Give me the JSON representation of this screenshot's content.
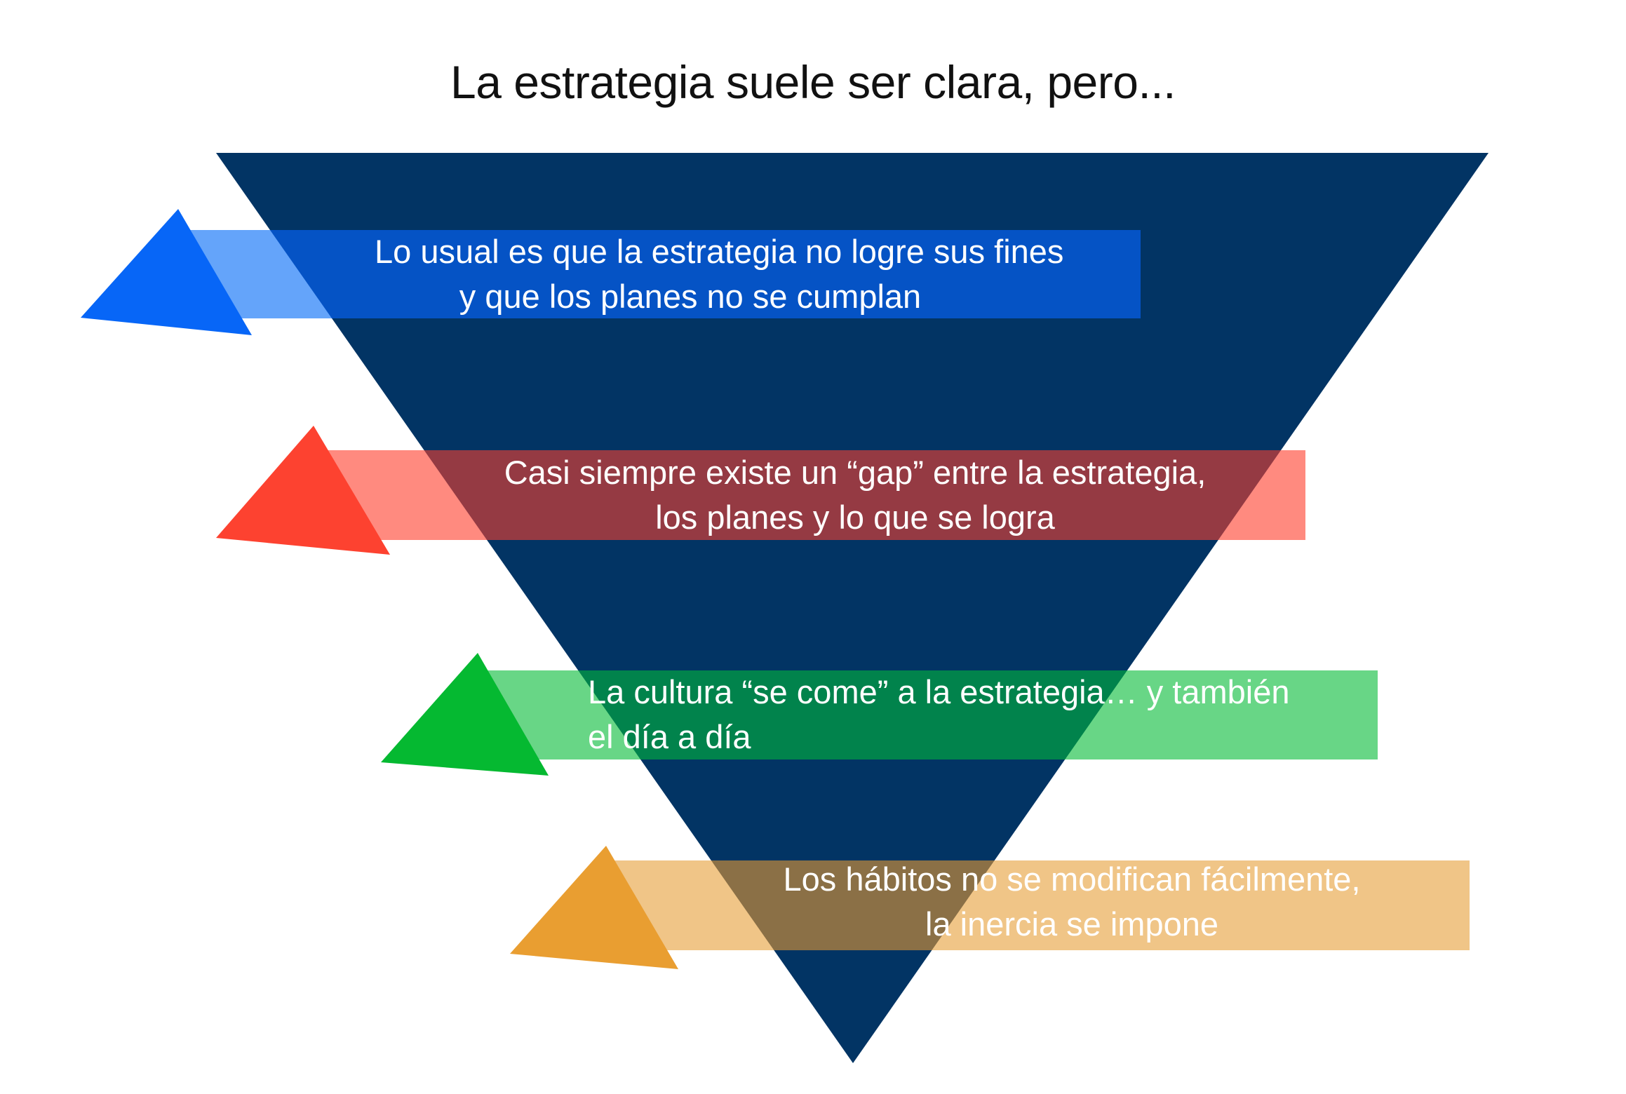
{
  "title": "La estrategia suele ser clara, pero...",
  "colors": {
    "background": "#ffffff",
    "funnel": "#023464",
    "text_on_band": "#ffffff",
    "title_text": "#111111"
  },
  "funnel": {
    "shape": "inverted-triangle",
    "color": "#023464"
  },
  "items": [
    {
      "lines": [
        "Lo usual es que la estrategia no logre sus fines",
        "y que los planes no se cumplan"
      ],
      "arrow_color": "#0766F7",
      "band_color": "#64A4FA",
      "overlap_color": "#0553C5"
    },
    {
      "lines": [
        "Casi siempre existe un “gap” entre la estrategia,",
        "los planes y lo que se logra"
      ],
      "arrow_color": "#FD4230",
      "band_color": "#FF8A7F",
      "overlap_color": "#953A43"
    },
    {
      "lines": [
        "La cultura “se come” a la estrategia… y también",
        "el día a día"
      ],
      "arrow_color": "#05B931",
      "band_color": "#68D686",
      "overlap_color": "#01834C"
    },
    {
      "lines": [
        "Los hábitos no se modifican fácilmente,",
        "la inercia se impone"
      ],
      "arrow_color": "#E99E31",
      "band_color": "#F0C587",
      "overlap_color": "#8B7046"
    }
  ]
}
